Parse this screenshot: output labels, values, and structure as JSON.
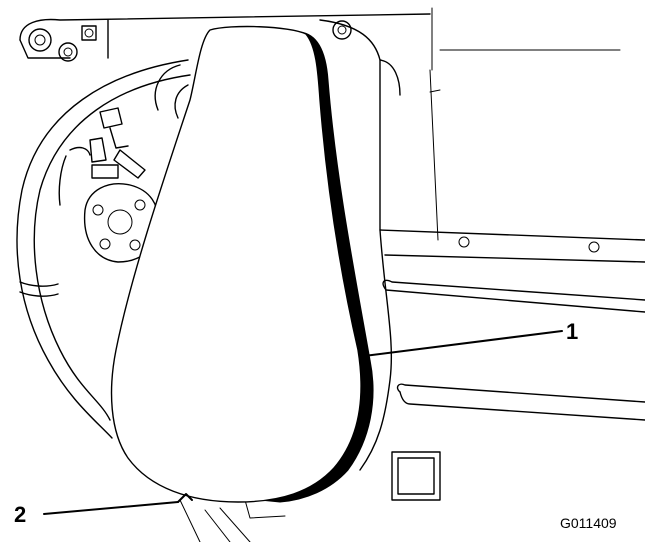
{
  "callouts": [
    {
      "label": "1"
    },
    {
      "label": "2"
    }
  ],
  "figure_id": "G011409"
}
